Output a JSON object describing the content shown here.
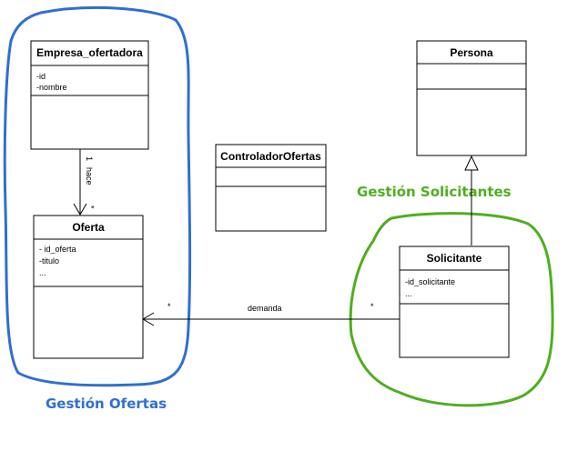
{
  "classes": {
    "empresa": {
      "name": "Empresa_ofertadora",
      "attrs": [
        "-id",
        "-nombre"
      ]
    },
    "oferta": {
      "name": "Oferta",
      "attrs": [
        "- id_oferta",
        "-titulo",
        "..."
      ]
    },
    "controlador": {
      "name": "ControladorOfertas",
      "attrs": []
    },
    "persona": {
      "name": "Persona",
      "attrs": []
    },
    "solicitante": {
      "name": "Solicitante",
      "attrs": [
        "-id_solicitante",
        "..."
      ]
    }
  },
  "associations": {
    "hace": {
      "label": "hace",
      "source_mult": "1",
      "target_mult": "*"
    },
    "demanda": {
      "label": "demanda",
      "source_mult": "*",
      "target_mult": "*"
    }
  },
  "groups": {
    "ofertas": {
      "title": "Gestión Ofertas",
      "color": "#2f6fd1"
    },
    "solicitantes": {
      "title": "Gestión Solicitantes",
      "color": "#4fae1f"
    }
  }
}
